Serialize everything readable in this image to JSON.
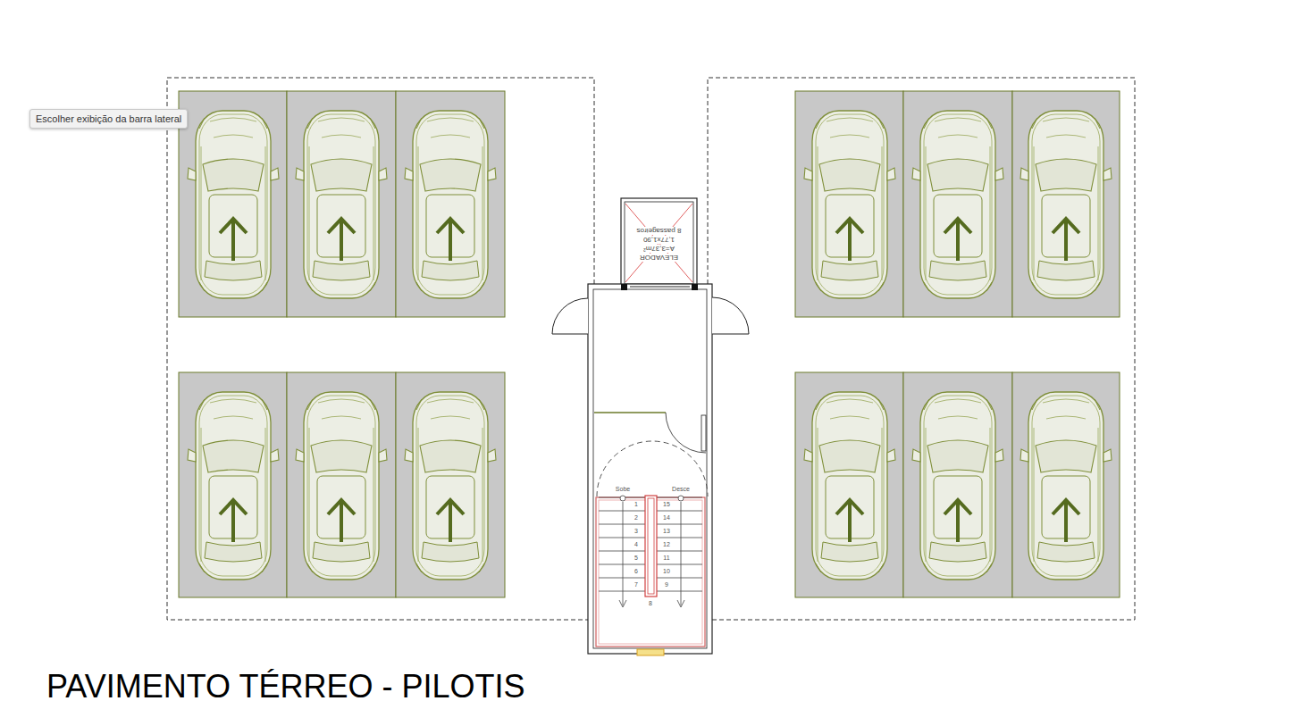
{
  "diagram": {
    "title": "PAVIMENTO TÉRREO - PILOTIS",
    "nodes": [
      {
        "text": [
          "ELEVADOR",
          "A=3,37m²",
          "1,77x1,90",
          "8 passageiros"
        ]
      }
    ],
    "labels": [
      "Escolher exibição da barra lateral",
      "Sobe",
      "Desce",
      "1",
      "2",
      "3",
      "4",
      "5",
      "6",
      "7",
      "8",
      "9",
      "10",
      "11",
      "12",
      "13",
      "14",
      "15"
    ]
  }
}
